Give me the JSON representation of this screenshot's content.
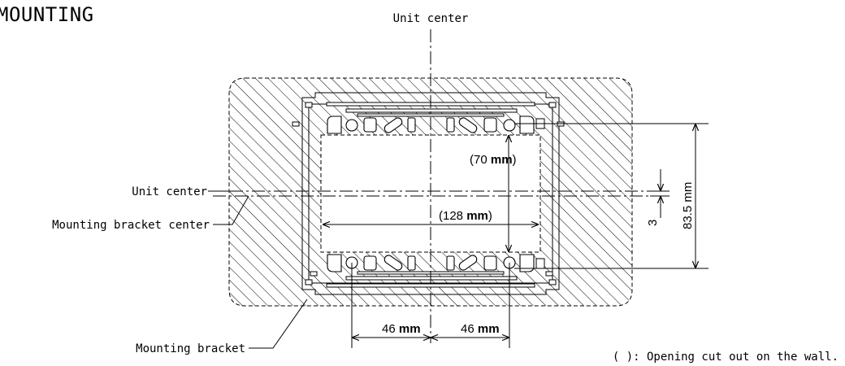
{
  "title": "MOUNTING",
  "labels": {
    "unit_center_top": "Unit center",
    "unit_center_left": "Unit center",
    "bracket_center": "Mounting bracket center",
    "mounting_bracket": "Mounting bracket",
    "note": "( ): Opening cut out on the wall."
  },
  "dimensions": {
    "opening_height": {
      "value": "(70",
      "unit": "mm",
      "close": ")"
    },
    "opening_width": {
      "value": "(128",
      "unit": "mm",
      "close": ")"
    },
    "hole_left": {
      "value": "46",
      "unit": "mm"
    },
    "hole_right": {
      "value": "46",
      "unit": "mm"
    },
    "offset": "3",
    "total_height": "83.5 mm"
  },
  "colors": {
    "line": "#000000",
    "background": "#ffffff"
  }
}
